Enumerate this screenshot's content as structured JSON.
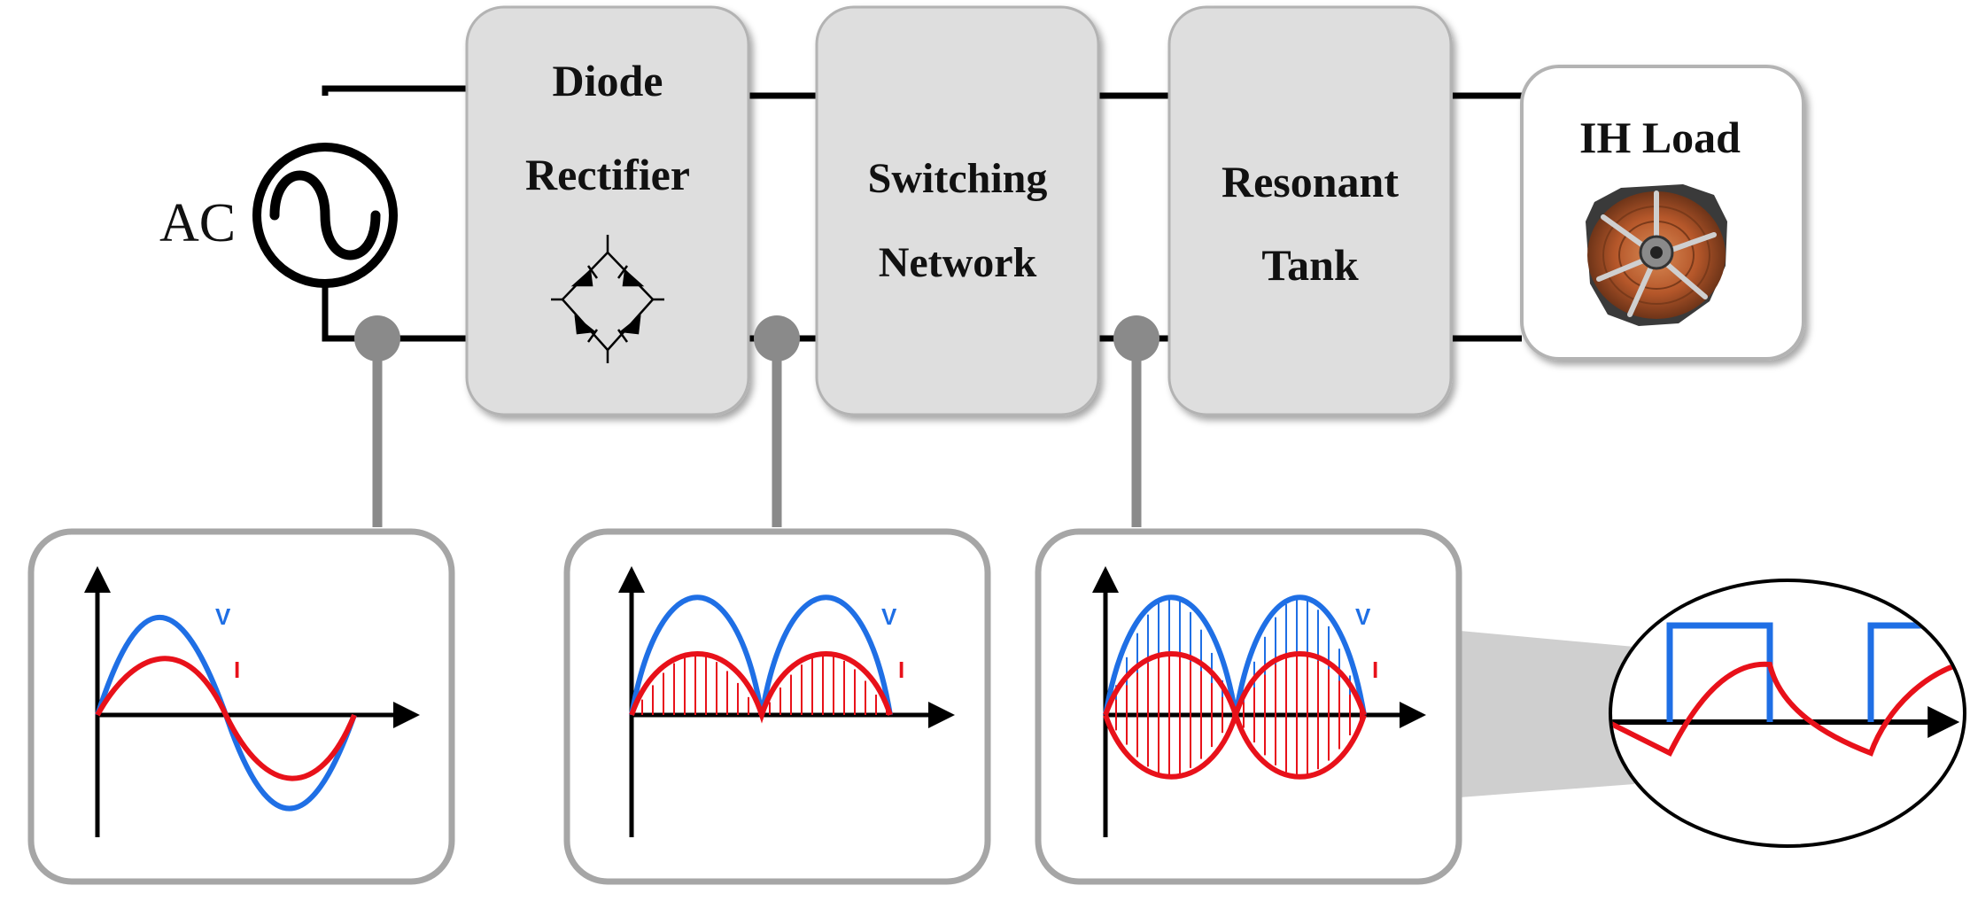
{
  "source": {
    "label": "AC"
  },
  "blocks": [
    {
      "key": "rectifier",
      "line1": "Diode",
      "line2": "Rectifier"
    },
    {
      "key": "switching",
      "line1": "Switching",
      "line2": "Network"
    },
    {
      "key": "tank",
      "line1": "Resonant",
      "line2": "Tank"
    }
  ],
  "load": {
    "label": "IH Load"
  },
  "waveforms": {
    "voltage_label": "V",
    "current_label": "I"
  },
  "colors": {
    "voltage": "#1f6fe5",
    "current": "#e8111a",
    "block_fill": "#dedede",
    "probe": "#8a8a8a",
    "panel_border": "#a6a6a6"
  }
}
